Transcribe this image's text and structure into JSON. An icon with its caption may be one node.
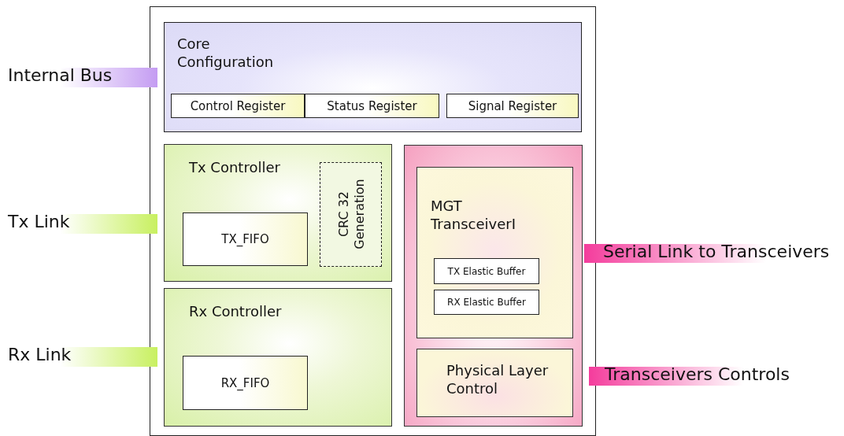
{
  "diagram": {
    "nodes": [
      {
        "text": [],
        "shape": "box"
      },
      {
        "text": [
          "Core Configuration"
        ],
        "in": 0
      },
      {
        "text": [
          "Control Register"
        ],
        "in": 1
      },
      {
        "text": [
          "Status Register"
        ],
        "in": 1
      },
      {
        "text": [
          "Signal Register"
        ],
        "in": 1
      },
      {
        "text": [
          "Tx Controller"
        ],
        "in": 0
      },
      {
        "text": [
          "TX_FIFO"
        ],
        "in": 5
      },
      {
        "text": [
          "CRC 32 Generation"
        ],
        "in": 5
      },
      {
        "text": [
          "Rx Controller"
        ],
        "in": 0
      },
      {
        "text": [
          "RX_FIFO"
        ],
        "in": 8
      },
      {
        "text": [],
        "shape": "box",
        "in": 0
      },
      {
        "text": [
          "MGT TransceiverI"
        ],
        "in": 10
      },
      {
        "text": [
          "TX Elastic Buffer"
        ],
        "in": 11
      },
      {
        "text": [
          "RX Elastic Buffer"
        ],
        "in": 11
      },
      {
        "text": [
          "Physical Layer Control"
        ],
        "in": 10
      },
      {
        "text": [
          "Internal Bus"
        ]
      },
      {
        "text": [
          "Tx Link"
        ]
      },
      {
        "text": [
          "Rx Link"
        ]
      },
      {
        "text": [
          "Serial Link to Transceivers"
        ]
      },
      {
        "text": [
          "Transceivers Controls"
        ]
      }
    ]
  }
}
